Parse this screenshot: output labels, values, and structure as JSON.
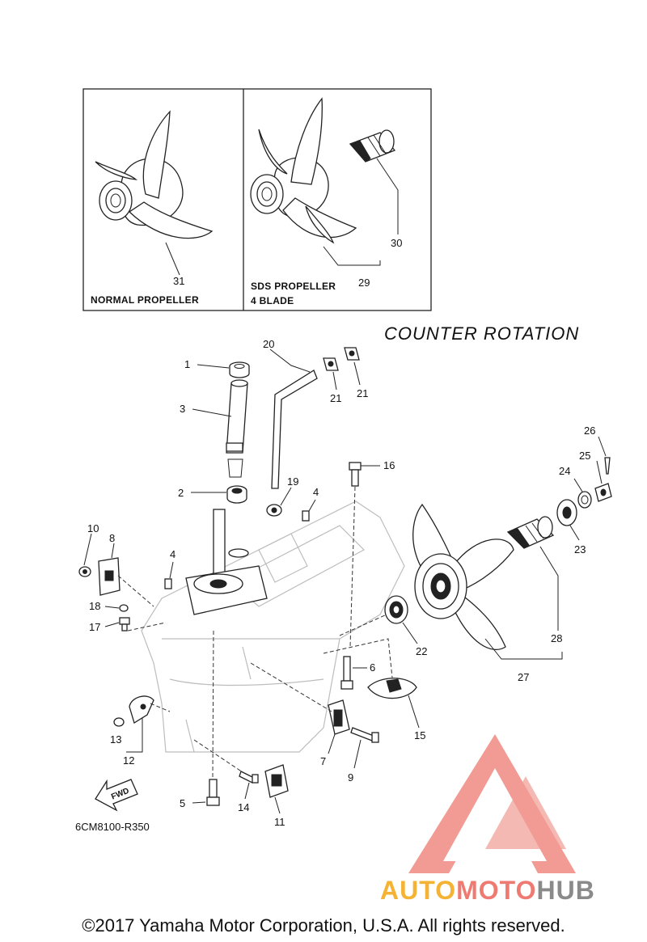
{
  "header": {
    "rotation_title": "COUNTER ROTATION"
  },
  "inset": {
    "normal_label": "NORMAL PROPELLER",
    "sds_label_line1": "SDS PROPELLER",
    "sds_label_line2": "4 BLADE"
  },
  "callouts": {
    "c1": "1",
    "c2": "2",
    "c3": "3",
    "c4a": "4",
    "c4b": "4",
    "c5": "5",
    "c6": "6",
    "c7": "7",
    "c8": "8",
    "c9": "9",
    "c10": "10",
    "c11": "11",
    "c12": "12",
    "c13": "13",
    "c14": "14",
    "c15": "15",
    "c16": "16",
    "c17": "17",
    "c18": "18",
    "c19": "19",
    "c20": "20",
    "c21a": "21",
    "c21b": "21",
    "c22": "22",
    "c23": "23",
    "c24": "24",
    "c25": "25",
    "c26": "26",
    "c27": "27",
    "c28": "28",
    "c29": "29",
    "c30": "30",
    "c31": "31"
  },
  "fwd_arrow": "FWD",
  "diagram_code": "6CM8100-R350",
  "watermark": {
    "part1": "AUTO",
    "part2": "MOTO",
    "part3": "HUB",
    "colors": {
      "part1": "#f5b335",
      "part2": "#ee7a72",
      "part3": "#8a8a8a",
      "triangle": "#f08a82"
    }
  },
  "copyright": "©2017 Yamaha Motor Corporation, U.S.A. All rights reserved."
}
